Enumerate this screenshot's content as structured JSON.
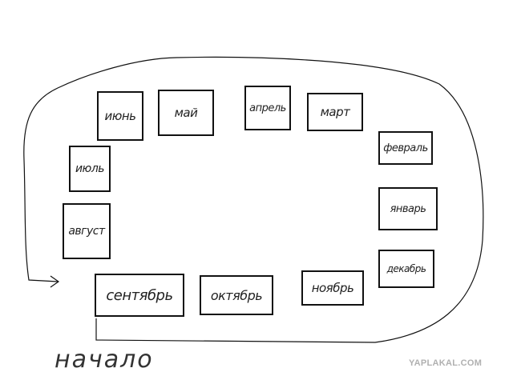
{
  "months": [
    {
      "id": "june",
      "label": "июнь"
    },
    {
      "id": "may",
      "label": "май"
    },
    {
      "id": "april",
      "label": "апрель"
    },
    {
      "id": "march",
      "label": "март"
    },
    {
      "id": "february",
      "label": "февраль"
    },
    {
      "id": "july",
      "label": "июль"
    },
    {
      "id": "january",
      "label": "январь"
    },
    {
      "id": "august",
      "label": "август"
    },
    {
      "id": "december",
      "label": "декабрь"
    },
    {
      "id": "september",
      "label": "сентябрь"
    },
    {
      "id": "october",
      "label": "октябрь"
    },
    {
      "id": "november",
      "label": "ноябрь"
    }
  ],
  "start_label": "начало",
  "watermark": "YAPLAKAL.COM",
  "colors": {
    "ink": "#111111",
    "background": "#ffffff",
    "watermark": "#b0b0b0"
  }
}
